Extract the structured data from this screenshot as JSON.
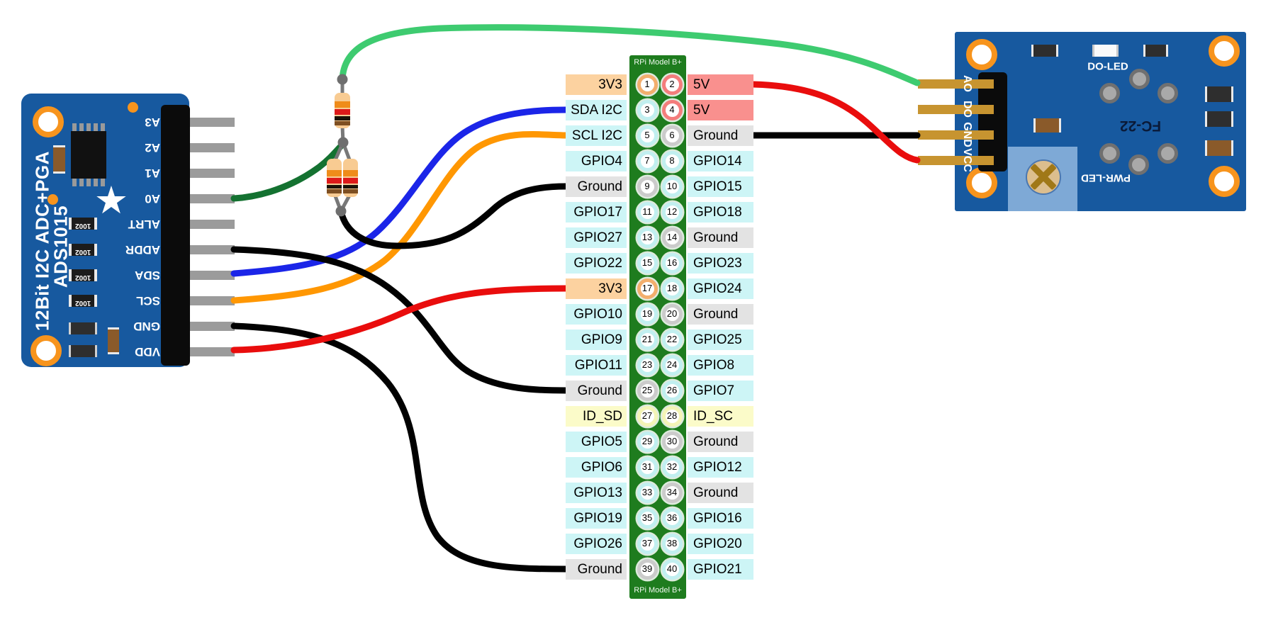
{
  "left_board": {
    "title_line1": "12Bit I2C ADC+PGA",
    "title_line2": "ADS1015",
    "smd_resistor_label": "1002",
    "pins": [
      "A3",
      "A2",
      "A1",
      "A0",
      "ALRT",
      "ADDR",
      "SDA",
      "SCL",
      "GND",
      "VDD"
    ]
  },
  "rpi_header": {
    "title_top": "RPi Model B+",
    "title_bottom": "RPi Model B+",
    "rows": [
      {
        "left_label": "3V3",
        "left_pin": "1",
        "left_type": "v33",
        "right_pin": "2",
        "right_label": "5V",
        "right_type": "v5"
      },
      {
        "left_label": "SDA I2C",
        "left_pin": "3",
        "left_type": "io",
        "right_pin": "4",
        "right_label": "5V",
        "right_type": "v5"
      },
      {
        "left_label": "SCL I2C",
        "left_pin": "5",
        "left_type": "io",
        "right_pin": "6",
        "right_label": "Ground",
        "right_type": "gnd"
      },
      {
        "left_label": "GPIO4",
        "left_pin": "7",
        "left_type": "io",
        "right_pin": "8",
        "right_label": "GPIO14",
        "right_type": "io"
      },
      {
        "left_label": "Ground",
        "left_pin": "9",
        "left_type": "gnd",
        "right_pin": "10",
        "right_label": "GPIO15",
        "right_type": "io"
      },
      {
        "left_label": "GPIO17",
        "left_pin": "11",
        "left_type": "io",
        "right_pin": "12",
        "right_label": "GPIO18",
        "right_type": "io"
      },
      {
        "left_label": "GPIO27",
        "left_pin": "13",
        "left_type": "io",
        "right_pin": "14",
        "right_label": "Ground",
        "right_type": "gnd"
      },
      {
        "left_label": "GPIO22",
        "left_pin": "15",
        "left_type": "io",
        "right_pin": "16",
        "right_label": "GPIO23",
        "right_type": "io"
      },
      {
        "left_label": "3V3",
        "left_pin": "17",
        "left_type": "v33",
        "right_pin": "18",
        "right_label": "GPIO24",
        "right_type": "io"
      },
      {
        "left_label": "GPIO10",
        "left_pin": "19",
        "left_type": "io",
        "right_pin": "20",
        "right_label": "Ground",
        "right_type": "gnd"
      },
      {
        "left_label": "GPIO9",
        "left_pin": "21",
        "left_type": "io",
        "right_pin": "22",
        "right_label": "GPIO25",
        "right_type": "io"
      },
      {
        "left_label": "GPIO11",
        "left_pin": "23",
        "left_type": "io",
        "right_pin": "24",
        "right_label": "GPIO8",
        "right_type": "io"
      },
      {
        "left_label": "Ground",
        "left_pin": "25",
        "left_type": "gnd",
        "right_pin": "26",
        "right_label": "GPIO7",
        "right_type": "io"
      },
      {
        "left_label": "ID_SD",
        "left_pin": "27",
        "left_type": "id",
        "right_pin": "28",
        "right_label": "ID_SC",
        "right_type": "id"
      },
      {
        "left_label": "GPIO5",
        "left_pin": "29",
        "left_type": "io",
        "right_pin": "30",
        "right_label": "Ground",
        "right_type": "gnd"
      },
      {
        "left_label": "GPIO6",
        "left_pin": "31",
        "left_type": "io",
        "right_pin": "32",
        "right_label": "GPIO12",
        "right_type": "io"
      },
      {
        "left_label": "GPIO13",
        "left_pin": "33",
        "left_type": "io",
        "right_pin": "34",
        "right_label": "Ground",
        "right_type": "gnd"
      },
      {
        "left_label": "GPIO19",
        "left_pin": "35",
        "left_type": "io",
        "right_pin": "36",
        "right_label": "GPIO16",
        "right_type": "io"
      },
      {
        "left_label": "GPIO26",
        "left_pin": "37",
        "left_type": "io",
        "right_pin": "38",
        "right_label": "GPIO20",
        "right_type": "io"
      },
      {
        "left_label": "Ground",
        "left_pin": "39",
        "left_type": "gnd",
        "right_pin": "40",
        "right_label": "GPIO21",
        "right_type": "io"
      }
    ]
  },
  "right_board": {
    "do_led_label": "DO-LED",
    "model_label": "FC-22",
    "pwr_led_label": "PWR-LED",
    "pins": [
      "AO",
      "DO",
      "GND",
      "VCC"
    ]
  },
  "icons": {
    "star": "★"
  },
  "pin_types": {
    "v33": {
      "box": "#fcd2a0",
      "ring": "#f3ae6d"
    },
    "v5": {
      "box": "#f9908e",
      "ring": "#f47d7c"
    },
    "gnd": {
      "box": "#e3e3e3",
      "ring": "#cbcbcb"
    },
    "io": {
      "box": "#cdf5f6",
      "ring": "#c1eff0"
    },
    "id": {
      "box": "#fbfbc9",
      "ring": "#f4f4b6"
    }
  },
  "colors": {
    "board_blue": "#17599f",
    "header_green": "#1e7c1e",
    "wire_light_green": "#3ecb70",
    "wire_dark_green": "#147231",
    "wire_blue": "#1b25e8",
    "wire_orange": "#ff9702",
    "wire_red": "#e90d0d",
    "wire_black": "#010101",
    "lead_gray": "#787878",
    "junction_gray": "#6e6e6e",
    "resistor_body": "#f8cb92",
    "band_orange": "#ef8c1a",
    "band_red": "#dd1a1a",
    "band_black": "#1a1208",
    "band_brown": "#7e4f22",
    "gold": "#c79430",
    "copper_ring": "#f7941d"
  },
  "connections": [
    {
      "wire": "light-green",
      "from": "resistor divider junction",
      "to": "sensor AO"
    },
    {
      "wire": "dark-green",
      "from": "ADS1015 A0",
      "to": "resistor divider junction"
    },
    {
      "wire": "blue",
      "from": "ADS1015 SDA",
      "to": "RPi pin 3 SDA I2C"
    },
    {
      "wire": "orange",
      "from": "ADS1015 SCL",
      "to": "RPi pin 5 SCL I2C"
    },
    {
      "wire": "black",
      "from": "ADS1015 ADDR",
      "to": "RPi pin 25 Ground"
    },
    {
      "wire": "black",
      "from": "ADS1015 GND",
      "to": "RPi pin 39 Ground"
    },
    {
      "wire": "black",
      "from": "resistor pair junction",
      "to": "RPi pin 9 Ground"
    },
    {
      "wire": "black",
      "from": "RPi pin 6 Ground",
      "to": "sensor GND"
    },
    {
      "wire": "red",
      "from": "ADS1015 VDD",
      "to": "RPi pin 17 3V3"
    },
    {
      "wire": "red",
      "from": "RPi pin 2 5V",
      "to": "sensor VCC"
    }
  ]
}
